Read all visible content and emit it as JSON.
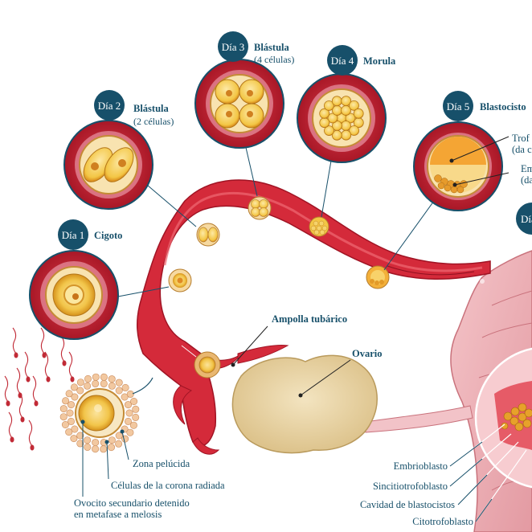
{
  "stages": [
    {
      "day": "Día 1",
      "name": "Cigoto",
      "sub": ""
    },
    {
      "day": "Día 2",
      "name": "Blástula",
      "sub": "(2 células)"
    },
    {
      "day": "Día 3",
      "name": "Blástula",
      "sub": "(4 células)"
    },
    {
      "day": "Día 4",
      "name": "Morula",
      "sub": ""
    },
    {
      "day": "Día 5",
      "name": "Blastocisto",
      "sub": ""
    },
    {
      "day": "Día",
      "name": "",
      "sub": ""
    }
  ],
  "day5_labels": {
    "trof_line1": "Trof",
    "trof_line2": "(da c",
    "em_line1": "Em",
    "em_line2": "(da"
  },
  "labels": {
    "ampolla": "Ampolla tubárico",
    "ovario": "Ovario",
    "zona": "Zona pelúcida",
    "corona": "Células de la corona radiada",
    "ovocito_line1": "Ovocito secundario detenido",
    "ovocito_line2": "en metafase a melosis",
    "embrioblasto": "Embrioblasto",
    "sincitio": "Sincitiotrofoblasto",
    "cavidad": "Cavidad de blastocistos",
    "citotrofoblasto": "Citotrofoblasto"
  },
  "colors": {
    "badge": "#17506a",
    "tube": "#d42a3a",
    "tube_dark": "#a01424",
    "tube_light": "#f06a74",
    "circle_bg": "#c11f30",
    "ovary": "#ecd7a8",
    "uterus": "#f0b7bd",
    "cell_yellow": "#f3c645",
    "cell_orange": "#d98a1a"
  }
}
